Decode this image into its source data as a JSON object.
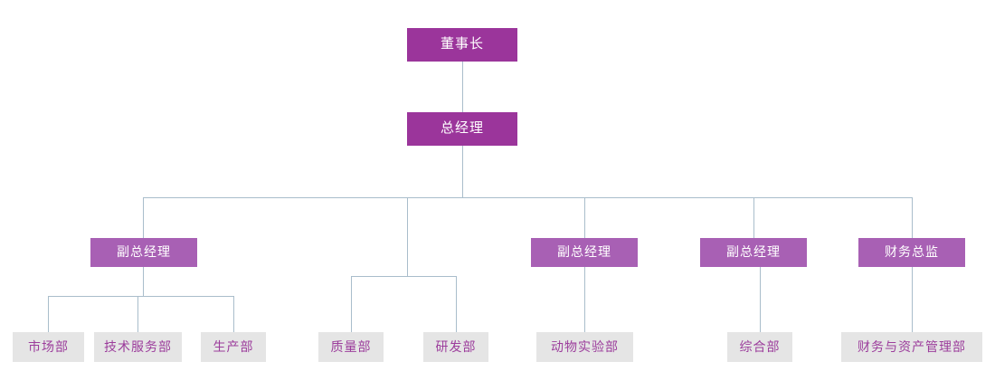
{
  "chart": {
    "type": "org-chart",
    "title": "",
    "colors": {
      "level1_box": "#9b359b",
      "level1_text": "#ffffff",
      "level2_box": "#a860b4",
      "level2_text": "#ffffff",
      "leaf_box": "#e5e5e5",
      "leaf_text": "#9c3d9c",
      "connector_line": "#a9bdcb",
      "background": "#ffffff"
    },
    "nodes": {
      "chairman": {
        "label": "董事长",
        "level": 1
      },
      "general_manager": {
        "label": "总经理",
        "level": 1
      },
      "deputy_gm_1": {
        "label": "副总经理",
        "level": 2
      },
      "deputy_gm_2": {
        "label": "副总经理",
        "level": 2
      },
      "deputy_gm_3": {
        "label": "副总经理",
        "level": 2
      },
      "finance_director": {
        "label": "财务总监",
        "level": 2
      },
      "marketing_dept": {
        "label": "市场部",
        "level": 3
      },
      "tech_service_dept": {
        "label": "技术服务部",
        "level": 3
      },
      "production_dept": {
        "label": "生产部",
        "level": 3
      },
      "quality_dept": {
        "label": "质量部",
        "level": 3
      },
      "rnd_dept": {
        "label": "研发部",
        "level": 3
      },
      "animal_lab_dept": {
        "label": "动物实验部",
        "level": 3
      },
      "general_affairs_dept": {
        "label": "综合部",
        "level": 3
      },
      "finance_asset_dept": {
        "label": "财务与资产管理部",
        "level": 3
      }
    }
  }
}
